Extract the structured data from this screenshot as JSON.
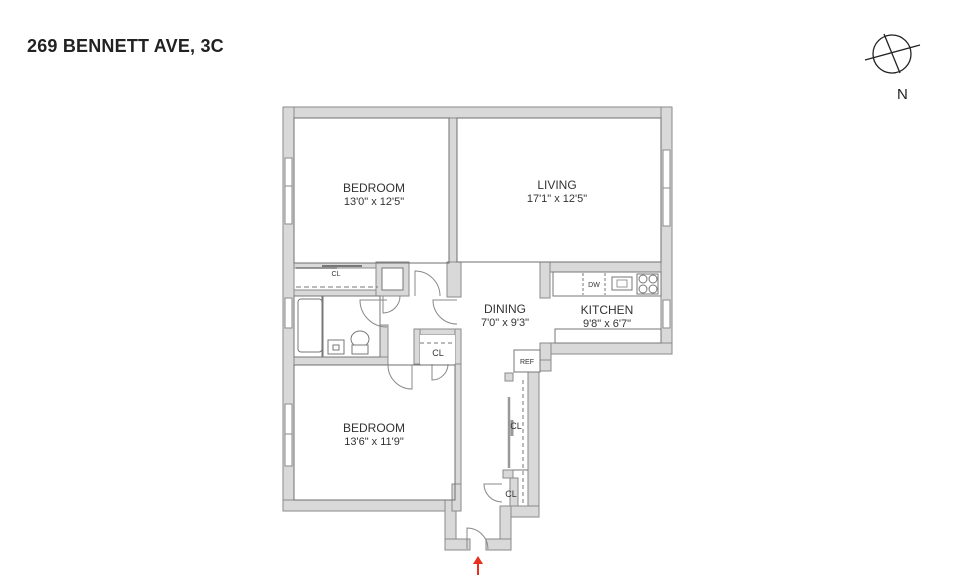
{
  "header": {
    "title": "269 BENNETT AVE, 3C"
  },
  "compass": {
    "icon": "north-arrow-compass-icon",
    "label": "N"
  },
  "entry": {
    "icon": "entry-arrow-icon",
    "color": "#e8311e"
  },
  "colors": {
    "wall_fill": "#d9d9d9",
    "wall_stroke": "#8a8a8a",
    "background": "#ffffff",
    "text": "#333333"
  },
  "rooms": {
    "bedroom1": {
      "name": "BEDROOM",
      "dims": "13'0\" x 12'5\""
    },
    "living": {
      "name": "LIVING",
      "dims": "17'1\" x 12'5\""
    },
    "dining": {
      "name": "DINING",
      "dims": "7'0\" x 9'3\""
    },
    "kitchen": {
      "name": "KITCHEN",
      "dims": "9'8\" x 6'7\""
    },
    "bedroom2": {
      "name": "BEDROOM",
      "dims": "13'6\" x 11'9\""
    }
  },
  "fixtures": {
    "closet_bedroom1": "CL",
    "closet_hall": "CL",
    "closet_entry_long": "CL",
    "closet_entry_small": "CL",
    "dishwasher": "DW",
    "refrigerator": "REF"
  }
}
